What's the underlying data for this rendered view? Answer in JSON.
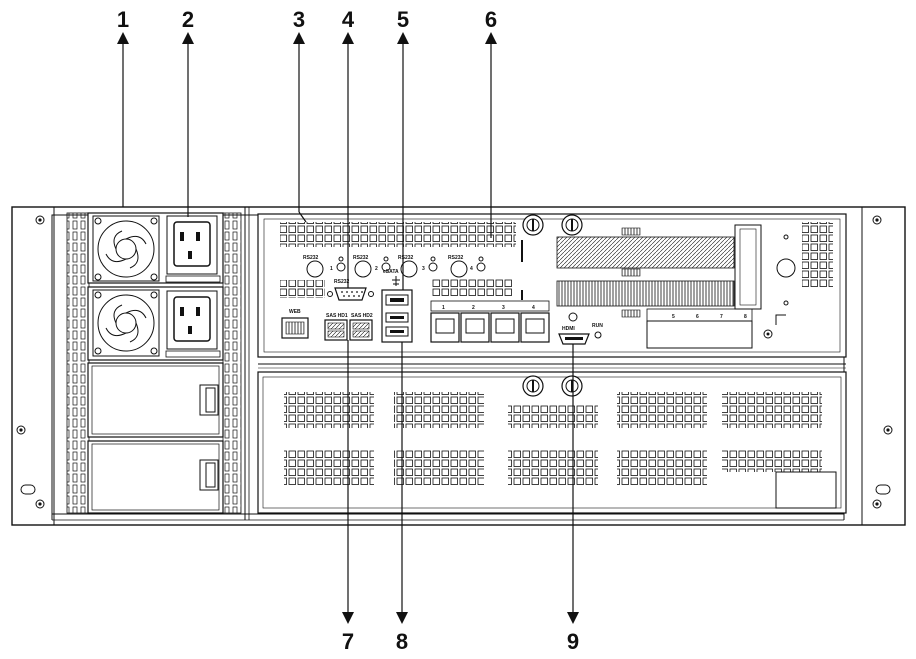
{
  "callouts": {
    "top": [
      "1",
      "2",
      "3",
      "4",
      "5",
      "6"
    ],
    "bottom": [
      "7",
      "8",
      "9"
    ]
  },
  "panel_labels": {
    "rs232_1": "RS232",
    "rs232_2": "RS232",
    "rs232_3": "RS232",
    "rs232_4": "RS232",
    "rs232_num_1": "1",
    "rs232_num_2": "2",
    "rs232_num_3": "3",
    "rs232_num_4": "4",
    "rs232_db9": "RS232",
    "web": "WEB",
    "sas_hd1": "SAS HD1",
    "sas_hd2": "SAS HD2",
    "esata": "eSATA",
    "hdmi": "HDMI",
    "run": "RUN",
    "lan_top": [
      "1",
      "2",
      "3",
      "4"
    ],
    "lan_right": [
      "5",
      "6",
      "7",
      "8"
    ]
  },
  "colors": {
    "line": "#111111",
    "background": "#ffffff"
  }
}
